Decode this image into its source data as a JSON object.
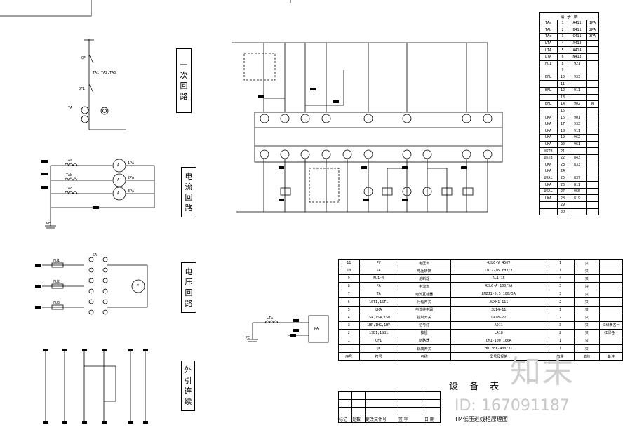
{
  "labels": {
    "primary_circuit": [
      "一",
      "次",
      "回",
      "路"
    ],
    "current_circuit": [
      "电",
      "流",
      "回",
      "路"
    ],
    "voltage_circuit": [
      "电",
      "压",
      "回",
      "路"
    ],
    "external_lead": [
      "外",
      "引",
      "连",
      "续"
    ]
  },
  "primary": {
    "qf": "QF",
    "cts": "TA1,TA2,TA3",
    "qf1": "QF1",
    "ta": "TA"
  },
  "current": {
    "ct": [
      "TAa",
      "TAb",
      "TAc"
    ],
    "meters": [
      "A",
      "A",
      "A"
    ],
    "meter_tags": [
      "1PA",
      "2PA",
      "3PA"
    ],
    "pe": "PE"
  },
  "voltage": {
    "fuses": [
      "FU1",
      "FU2",
      "FU3"
    ],
    "switch": "SA",
    "meter": "V"
  },
  "relay": {
    "ct": "LTA",
    "box": "KA",
    "pe": "PE"
  },
  "terminal_table": {
    "header": "端 子 图",
    "rows": [
      [
        "TAa",
        "1",
        "A411",
        "1PA"
      ],
      [
        "TAb",
        "2",
        "B411",
        "2PA"
      ],
      [
        "TAc",
        "3",
        "C411",
        "3PA"
      ],
      [
        "LTA",
        "4",
        "A413",
        ""
      ],
      [
        "LTA",
        "5",
        "A414",
        ""
      ],
      [
        "LTA",
        "6",
        "N413",
        ""
      ],
      [
        "FU1",
        "8",
        "921",
        ""
      ],
      [
        "",
        "9",
        "",
        ""
      ],
      [
        "BFL",
        "10",
        "933",
        ""
      ],
      [
        "",
        "11",
        "",
        ""
      ],
      [
        "BFL",
        "12",
        "911",
        ""
      ],
      [
        "",
        "13",
        "",
        ""
      ],
      [
        "BFL",
        "14",
        "902",
        "N"
      ],
      [
        "",
        "15",
        "",
        ""
      ],
      [
        "UKA",
        "16",
        "901",
        ""
      ],
      [
        "UKA",
        "17",
        "933",
        ""
      ],
      [
        "UKA",
        "18",
        "911",
        ""
      ],
      [
        "UKA",
        "19",
        "962",
        ""
      ],
      [
        "UKA",
        "20",
        "961",
        ""
      ],
      [
        "UKTB",
        "21",
        "",
        ""
      ],
      [
        "UKTB",
        "22",
        "843",
        ""
      ],
      [
        "UKA",
        "23",
        "833",
        ""
      ],
      [
        "UKA",
        "24",
        "",
        ""
      ],
      [
        "UKAL",
        "25",
        "837",
        ""
      ],
      [
        "UKA",
        "26",
        "811",
        ""
      ],
      [
        "UKAL",
        "27",
        "965",
        ""
      ],
      [
        "UKA",
        "28",
        "819",
        ""
      ],
      [
        "",
        "29",
        "",
        ""
      ],
      [
        "",
        "30",
        "",
        ""
      ]
    ]
  },
  "equipment_table": {
    "rows": [
      [
        "11",
        "PV",
        "电压表",
        "42L6-V 450V",
        "1",
        "只",
        ""
      ],
      [
        "10",
        "SA",
        "电压转换",
        "LW12-16 YH3/3",
        "1",
        "只",
        ""
      ],
      [
        "9",
        "FU1~4",
        "熔断器",
        "RL1-15",
        "4",
        "只",
        ""
      ],
      [
        "8",
        "PA",
        "电流表",
        "42L6-A 100/5A",
        "3",
        "块",
        ""
      ],
      [
        "7",
        "TA",
        "电流互感器",
        "LMZJ1-0.5 100/5A",
        "3",
        "只",
        ""
      ],
      [
        "6",
        "1ST1,1ST1",
        "行程开关",
        "JLXK1-111",
        "2",
        "只",
        ""
      ],
      [
        "5",
        "LKA",
        "电流继电器",
        "JL14-11",
        "1",
        "只",
        ""
      ],
      [
        "4",
        "1SA,1SA,1SB",
        "控制开关",
        "LA18-22",
        "2",
        "只",
        ""
      ],
      [
        "3",
        "1HR,1HG,1HY",
        "信号灯",
        "AD11",
        "3",
        "只",
        "红绿黄各一"
      ],
      [
        "2",
        "1SB1,1SB1",
        "按钮",
        "LA18",
        "2",
        "只",
        "红绿各一"
      ],
      [
        "1",
        "QF1",
        "断路器",
        "CM1-100 100A",
        "1",
        "只",
        ""
      ],
      [
        "1",
        "QF",
        "隔离开关",
        "HD13BX-400/31",
        "1",
        "只",
        ""
      ],
      [
        "序号",
        "符号",
        "名称",
        "型号及规格",
        "数量",
        "单位",
        "备注"
      ]
    ],
    "title": "设 备 表"
  },
  "title_block": {
    "labels": [
      "标记",
      "处数",
      "更改文件号",
      "签 字",
      "日 期"
    ],
    "drawing_name": "TM低压进线柜原理图"
  },
  "watermark": {
    "logo": "知末",
    "id": "ID: 167091187"
  },
  "colors": {
    "line": "#000000",
    "watermark": "#c8c8c8"
  }
}
